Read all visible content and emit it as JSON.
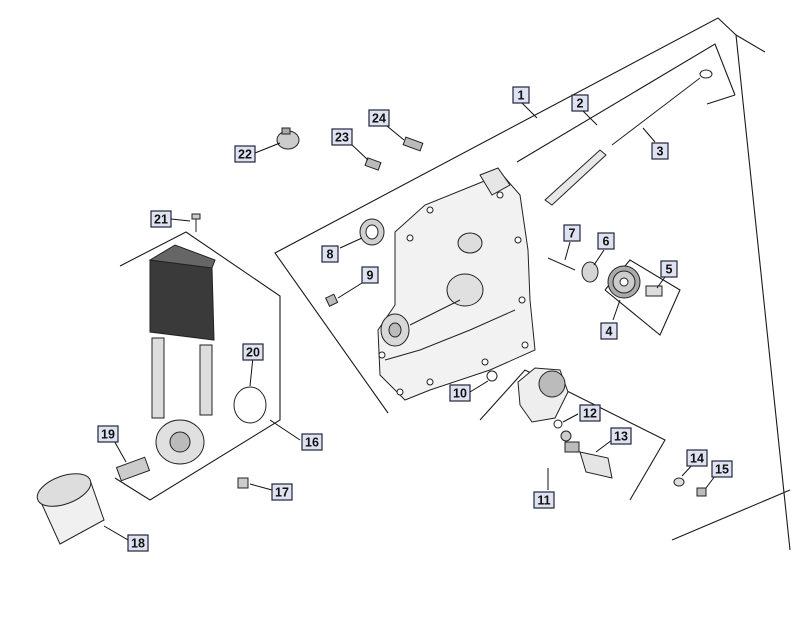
{
  "diagram": {
    "callouts": [
      "1",
      "2",
      "3",
      "4",
      "5",
      "6",
      "7",
      "8",
      "9",
      "10",
      "11",
      "12",
      "13",
      "14",
      "15",
      "16",
      "17",
      "18",
      "19",
      "20",
      "21",
      "22",
      "23",
      "24"
    ]
  },
  "colors": {
    "callout_fill": "#dfe3f1",
    "callout_border": "#20243a",
    "line": "#1a1a1a",
    "background": "#ffffff"
  }
}
